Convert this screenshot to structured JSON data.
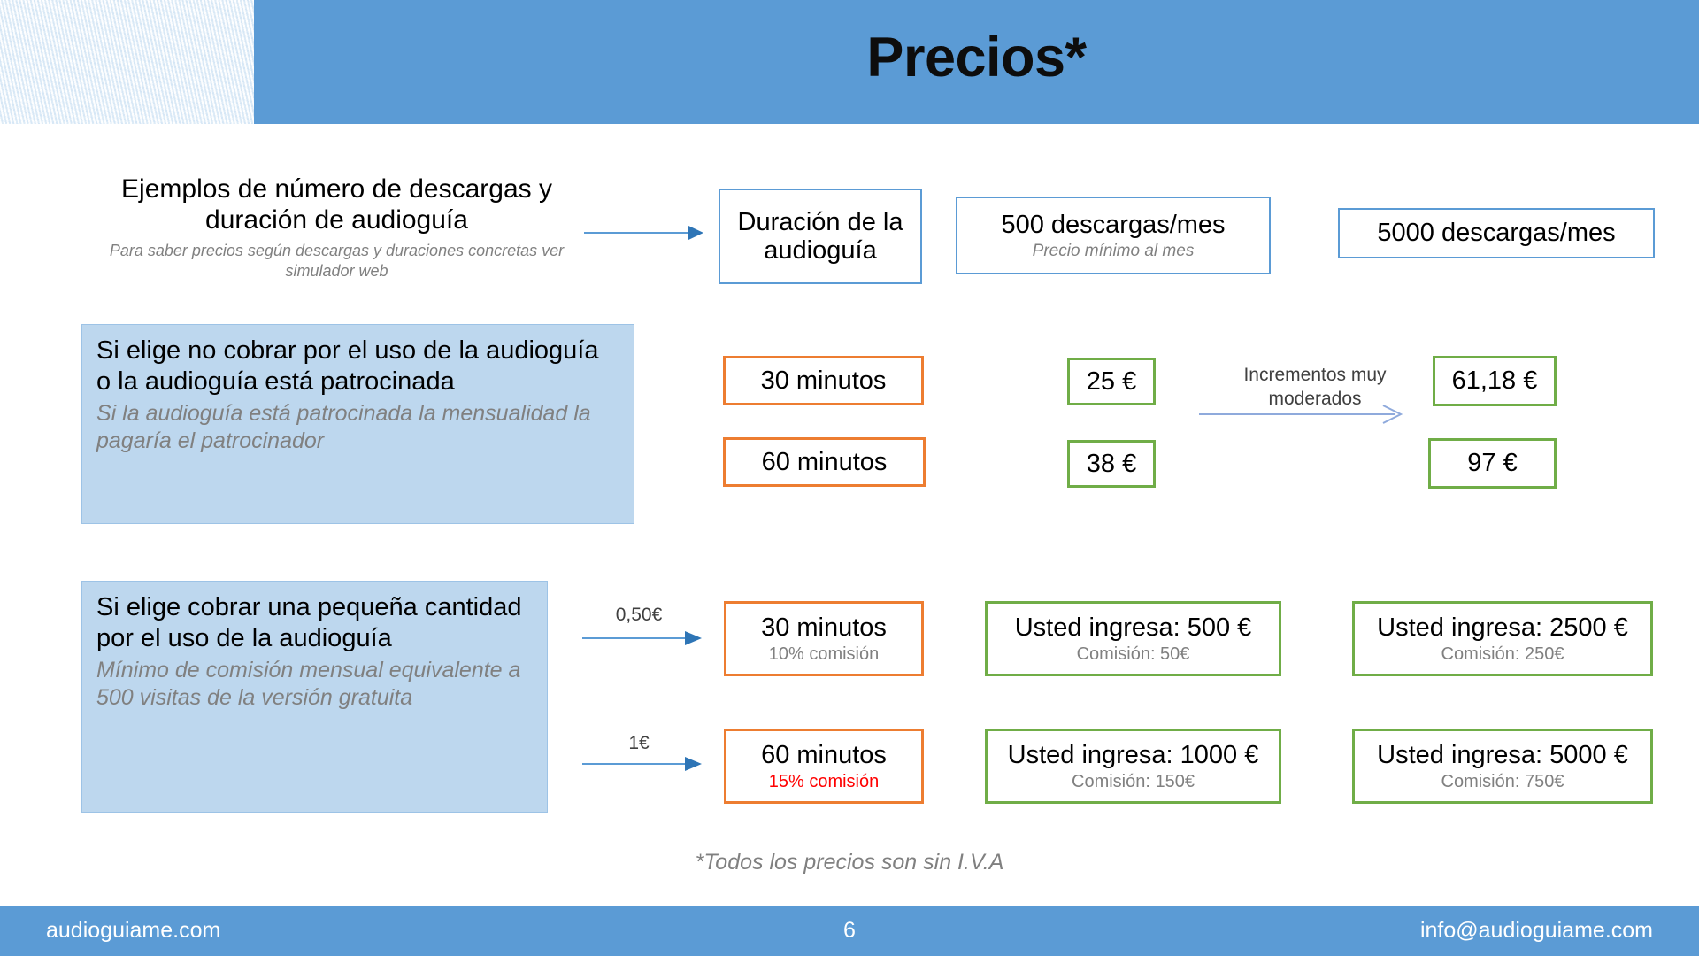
{
  "header": {
    "title": "Precios*",
    "band_color": "#5B9BD5"
  },
  "intro": {
    "title": "Ejemplos de número de descargas y duración de audioguía",
    "subtitle": "Para saber precios según descargas  y duraciones concretas ver simulador web"
  },
  "panels": [
    {
      "heading": "Si elige no cobrar por el uso de la audioguía o la audioguía está patrocinada",
      "note": "Si la audioguía está patrocinada la mensualidad la pagaría el patrocinador",
      "bg_color": "#BDD7EE"
    },
    {
      "heading": "Si elige cobrar una pequeña cantidad  por el uso de la audioguía",
      "note": "Mínimo de comisión mensual equivalente a 500 visitas de la versión gratuita",
      "bg_color": "#BDD7EE"
    }
  ],
  "columns": {
    "duration_header": "Duración de la audioguía",
    "tier_500": {
      "title": "500 descargas/mes",
      "note": "Precio mínimo al mes"
    },
    "tier_5000": {
      "title": "5000 descargas/mes"
    }
  },
  "section_free": {
    "durations": [
      "30 minutos",
      "60 minutos"
    ],
    "prices_500": [
      "25 €",
      "38 €"
    ],
    "prices_5000": [
      "61,18 €",
      "97 €"
    ],
    "increment_note": "Incrementos muy moderados",
    "border_color_duration": "#ED7D31",
    "border_color_price": "#70AD47"
  },
  "section_paid": {
    "arrow_labels": [
      "0,50€",
      "1€"
    ],
    "durations": [
      {
        "main": "30 minutos",
        "note": "10% comisión",
        "note_color": "#808080"
      },
      {
        "main": "60 minutos",
        "note": "15% comisión",
        "note_color": "#FF0000"
      }
    ],
    "income_500": [
      {
        "main": "Usted ingresa: 500 €",
        "note": "Comisión: 50€"
      },
      {
        "main": "Usted ingresa: 1000 €",
        "note": "Comisión: 150€"
      }
    ],
    "income_5000": [
      {
        "main": "Usted ingresa: 2500 €",
        "note": "Comisión: 250€"
      },
      {
        "main": "Usted ingresa: 5000 €",
        "note": "Comisión: 750€"
      }
    ]
  },
  "footnote": "*Todos los precios son sin I.V.A",
  "footer": {
    "left": "audioguiame.com",
    "page_number": "6",
    "right": "info@audioguiame.com"
  }
}
